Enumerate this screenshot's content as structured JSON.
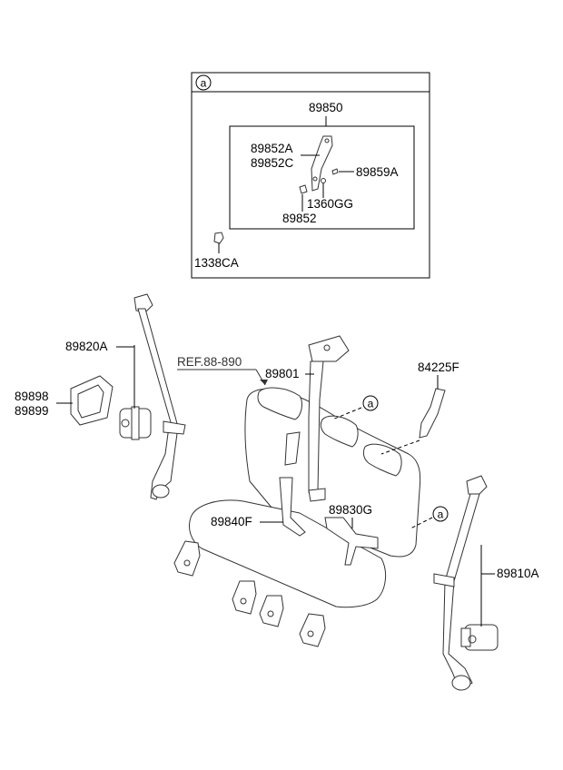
{
  "detail_box": {
    "marker": "a",
    "title": "89850",
    "labels": {
      "p89852A": "89852A",
      "p89852C": "89852C",
      "p89859A": "89859A",
      "p1360GG": "1360GG",
      "p89852": "89852",
      "p1338CA": "1338CA"
    }
  },
  "parts": {
    "p89820A": "89820A",
    "p89898": "89898",
    "p89899": "89899",
    "ref": "REF.88-890",
    "p89801": "89801",
    "p84225F": "84225F",
    "p89830G": "89830G",
    "p89840F": "89840F",
    "p89810A": "89810A"
  },
  "callouts": {
    "upper": "a",
    "lower": "a"
  }
}
